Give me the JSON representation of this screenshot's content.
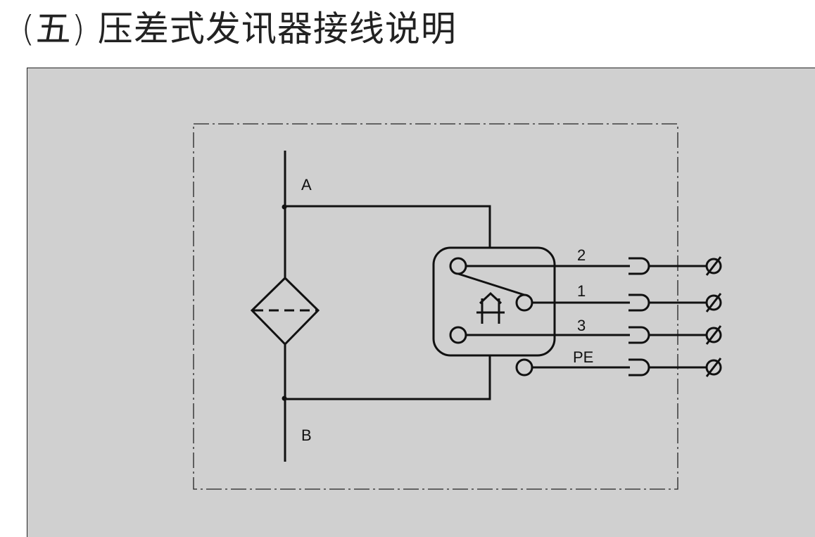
{
  "title": "(五) 压差式发讯器接线说明",
  "diagram": {
    "port_labels": {
      "top": "A",
      "bottom": "B"
    },
    "terminals": [
      {
        "label": "2"
      },
      {
        "label": "1"
      },
      {
        "label": "3"
      },
      {
        "label": "PE"
      }
    ],
    "symbols": {
      "indicator": "diamond-dashed-line-icon",
      "switch": "pressure-switch-icon",
      "connector": "plug-socket-icon",
      "terminal": "ground-terminal-icon"
    },
    "colors": {
      "panel": "#d0d0d0",
      "line": "#111111"
    }
  }
}
